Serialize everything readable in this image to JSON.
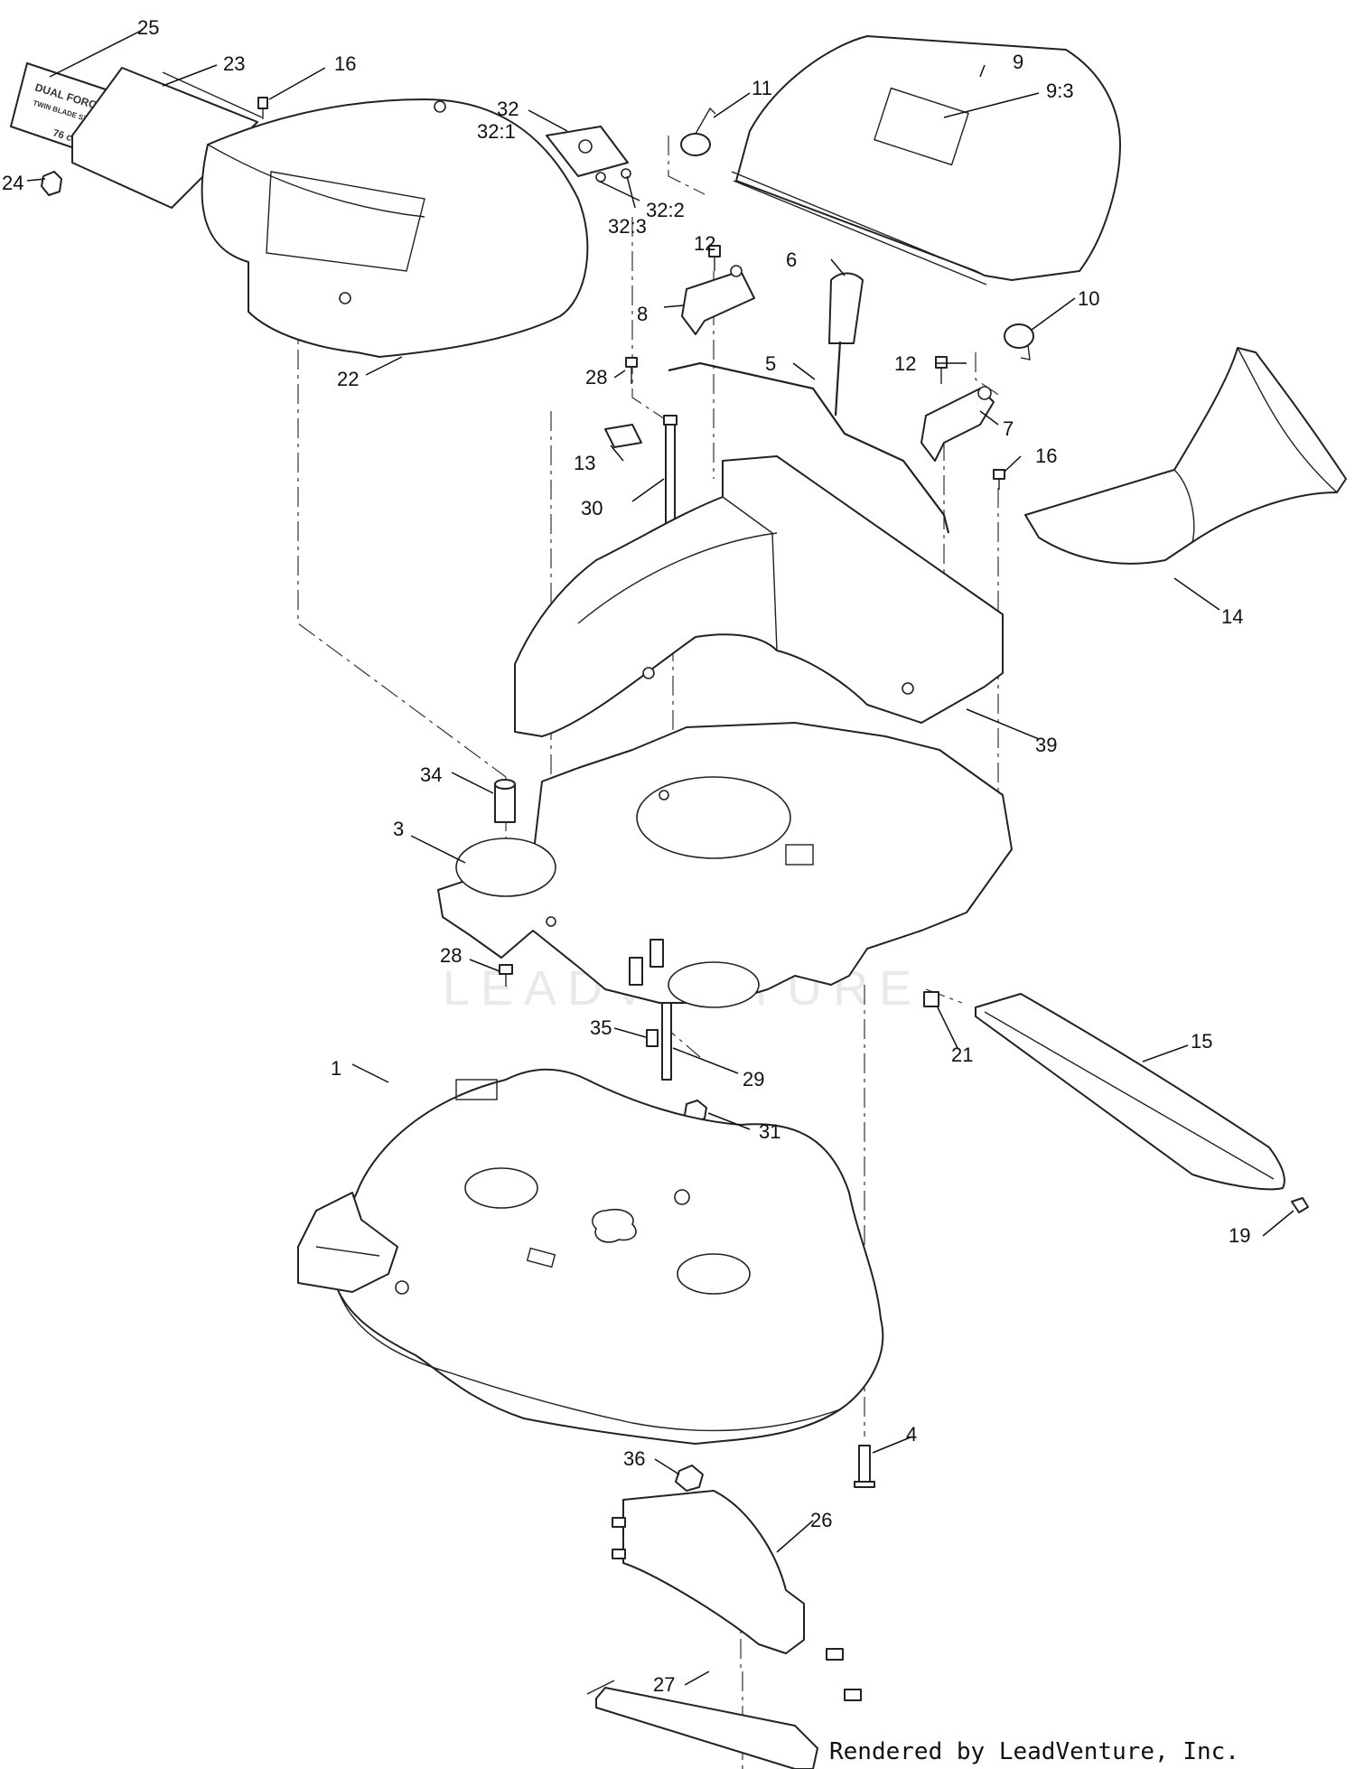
{
  "watermark": "LEADVENTURE",
  "credit": "Rendered by LeadVenture, Inc.",
  "decals": {
    "left_brand": "DUAL FORCE",
    "left_sub": "TWIN BLADE SYSTEM",
    "left_size": "76 cm"
  },
  "callouts": [
    {
      "id": "c25",
      "text": "25"
    },
    {
      "id": "c23",
      "text": "23"
    },
    {
      "id": "c16a",
      "text": "16"
    },
    {
      "id": "c24",
      "text": "24"
    },
    {
      "id": "c22",
      "text": "22"
    },
    {
      "id": "c32",
      "text": "32"
    },
    {
      "id": "c32_1",
      "text": "32:1"
    },
    {
      "id": "c32_2",
      "text": "32:2"
    },
    {
      "id": "c32_3",
      "text": "32:3"
    },
    {
      "id": "c11",
      "text": "11"
    },
    {
      "id": "c9",
      "text": "9"
    },
    {
      "id": "c9_3",
      "text": "9:3"
    },
    {
      "id": "c10",
      "text": "10"
    },
    {
      "id": "c12a",
      "text": "12"
    },
    {
      "id": "c8",
      "text": "8"
    },
    {
      "id": "c6",
      "text": "6"
    },
    {
      "id": "c5",
      "text": "5"
    },
    {
      "id": "c12b",
      "text": "12"
    },
    {
      "id": "c7",
      "text": "7"
    },
    {
      "id": "c28a",
      "text": "28"
    },
    {
      "id": "c13",
      "text": "13"
    },
    {
      "id": "c30",
      "text": "30"
    },
    {
      "id": "c16b",
      "text": "16"
    },
    {
      "id": "c14",
      "text": "14"
    },
    {
      "id": "c39",
      "text": "39"
    },
    {
      "id": "c34",
      "text": "34"
    },
    {
      "id": "c3",
      "text": "3"
    },
    {
      "id": "c28b",
      "text": "28"
    },
    {
      "id": "c35",
      "text": "35"
    },
    {
      "id": "c29",
      "text": "29"
    },
    {
      "id": "c21",
      "text": "21"
    },
    {
      "id": "c15",
      "text": "15"
    },
    {
      "id": "c1",
      "text": "1"
    },
    {
      "id": "c31",
      "text": "31"
    },
    {
      "id": "c19",
      "text": "19"
    },
    {
      "id": "c36",
      "text": "36"
    },
    {
      "id": "c4",
      "text": "4"
    },
    {
      "id": "c26",
      "text": "26"
    },
    {
      "id": "c27",
      "text": "27"
    }
  ]
}
